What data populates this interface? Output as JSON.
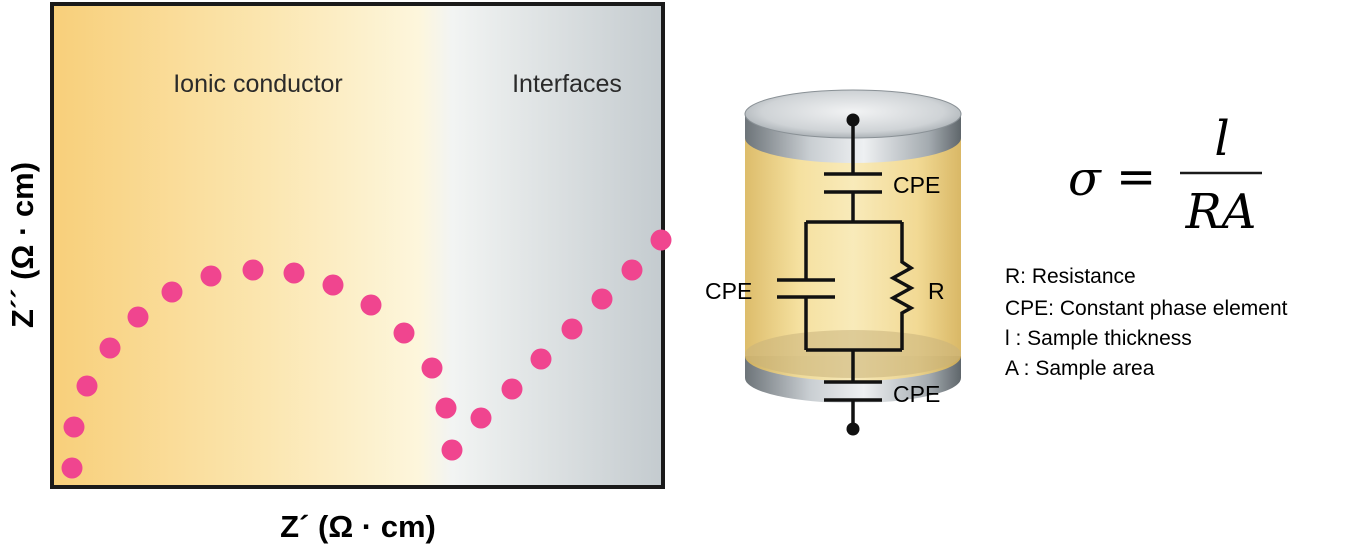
{
  "plot": {
    "region_left_label": "Ionic conductor",
    "region_right_label": "Interfaces",
    "x_axis_label": "Z´ (Ω · cm)",
    "y_axis_label": "Z´´ (Ω · cm)",
    "point_color": "#f0458f",
    "gradient_left_color": "#f8cf7a",
    "gradient_mid_color": "#fdf6dc",
    "gradient_right_color": "#c7cdd1"
  },
  "circuit": {
    "top_capacitor_label": "CPE",
    "left_capacitor_label": "CPE",
    "resistor_label": "R",
    "bottom_capacitor_label": "CPE"
  },
  "equation": {
    "lhs": "σ",
    "equals": "=",
    "numerator": "l",
    "denominator": "RA"
  },
  "legend": {
    "items": [
      "R: Resistance",
      "CPE: Constant phase element",
      "l : Sample thickness",
      "A : Sample area"
    ]
  }
}
